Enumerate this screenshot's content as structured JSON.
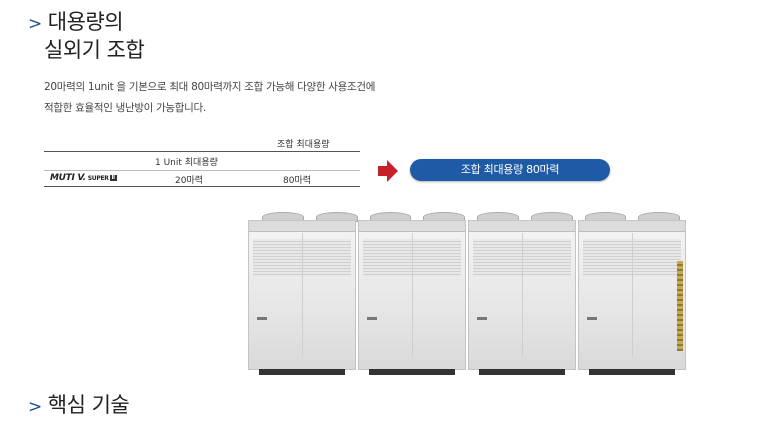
{
  "section1": {
    "chevron": ">",
    "title_line1": "대용량의",
    "title_line2": "실외기 조합"
  },
  "description": {
    "line1": "20마력의 1unit 을 기본으로 최대 80마력까지 조합 가능해 다양한 사용조건에",
    "line2": "적합한 효율적인 냉난방이 가능합니다."
  },
  "table": {
    "column_header": "조합 최대용량",
    "unit_header": "1 Unit 최대용량",
    "brand_main": "MUTI V.",
    "brand_sub": "SUPER",
    "brand_badge": "II",
    "unit_value": "20마력",
    "combo_value": "80마력"
  },
  "result": {
    "label": "조합 최대용량 80마력"
  },
  "section2": {
    "chevron": ">",
    "title": "핵심 기술"
  },
  "colors": {
    "accent_blue": "#1f5aa6",
    "arrow_red": "#c8202a"
  }
}
